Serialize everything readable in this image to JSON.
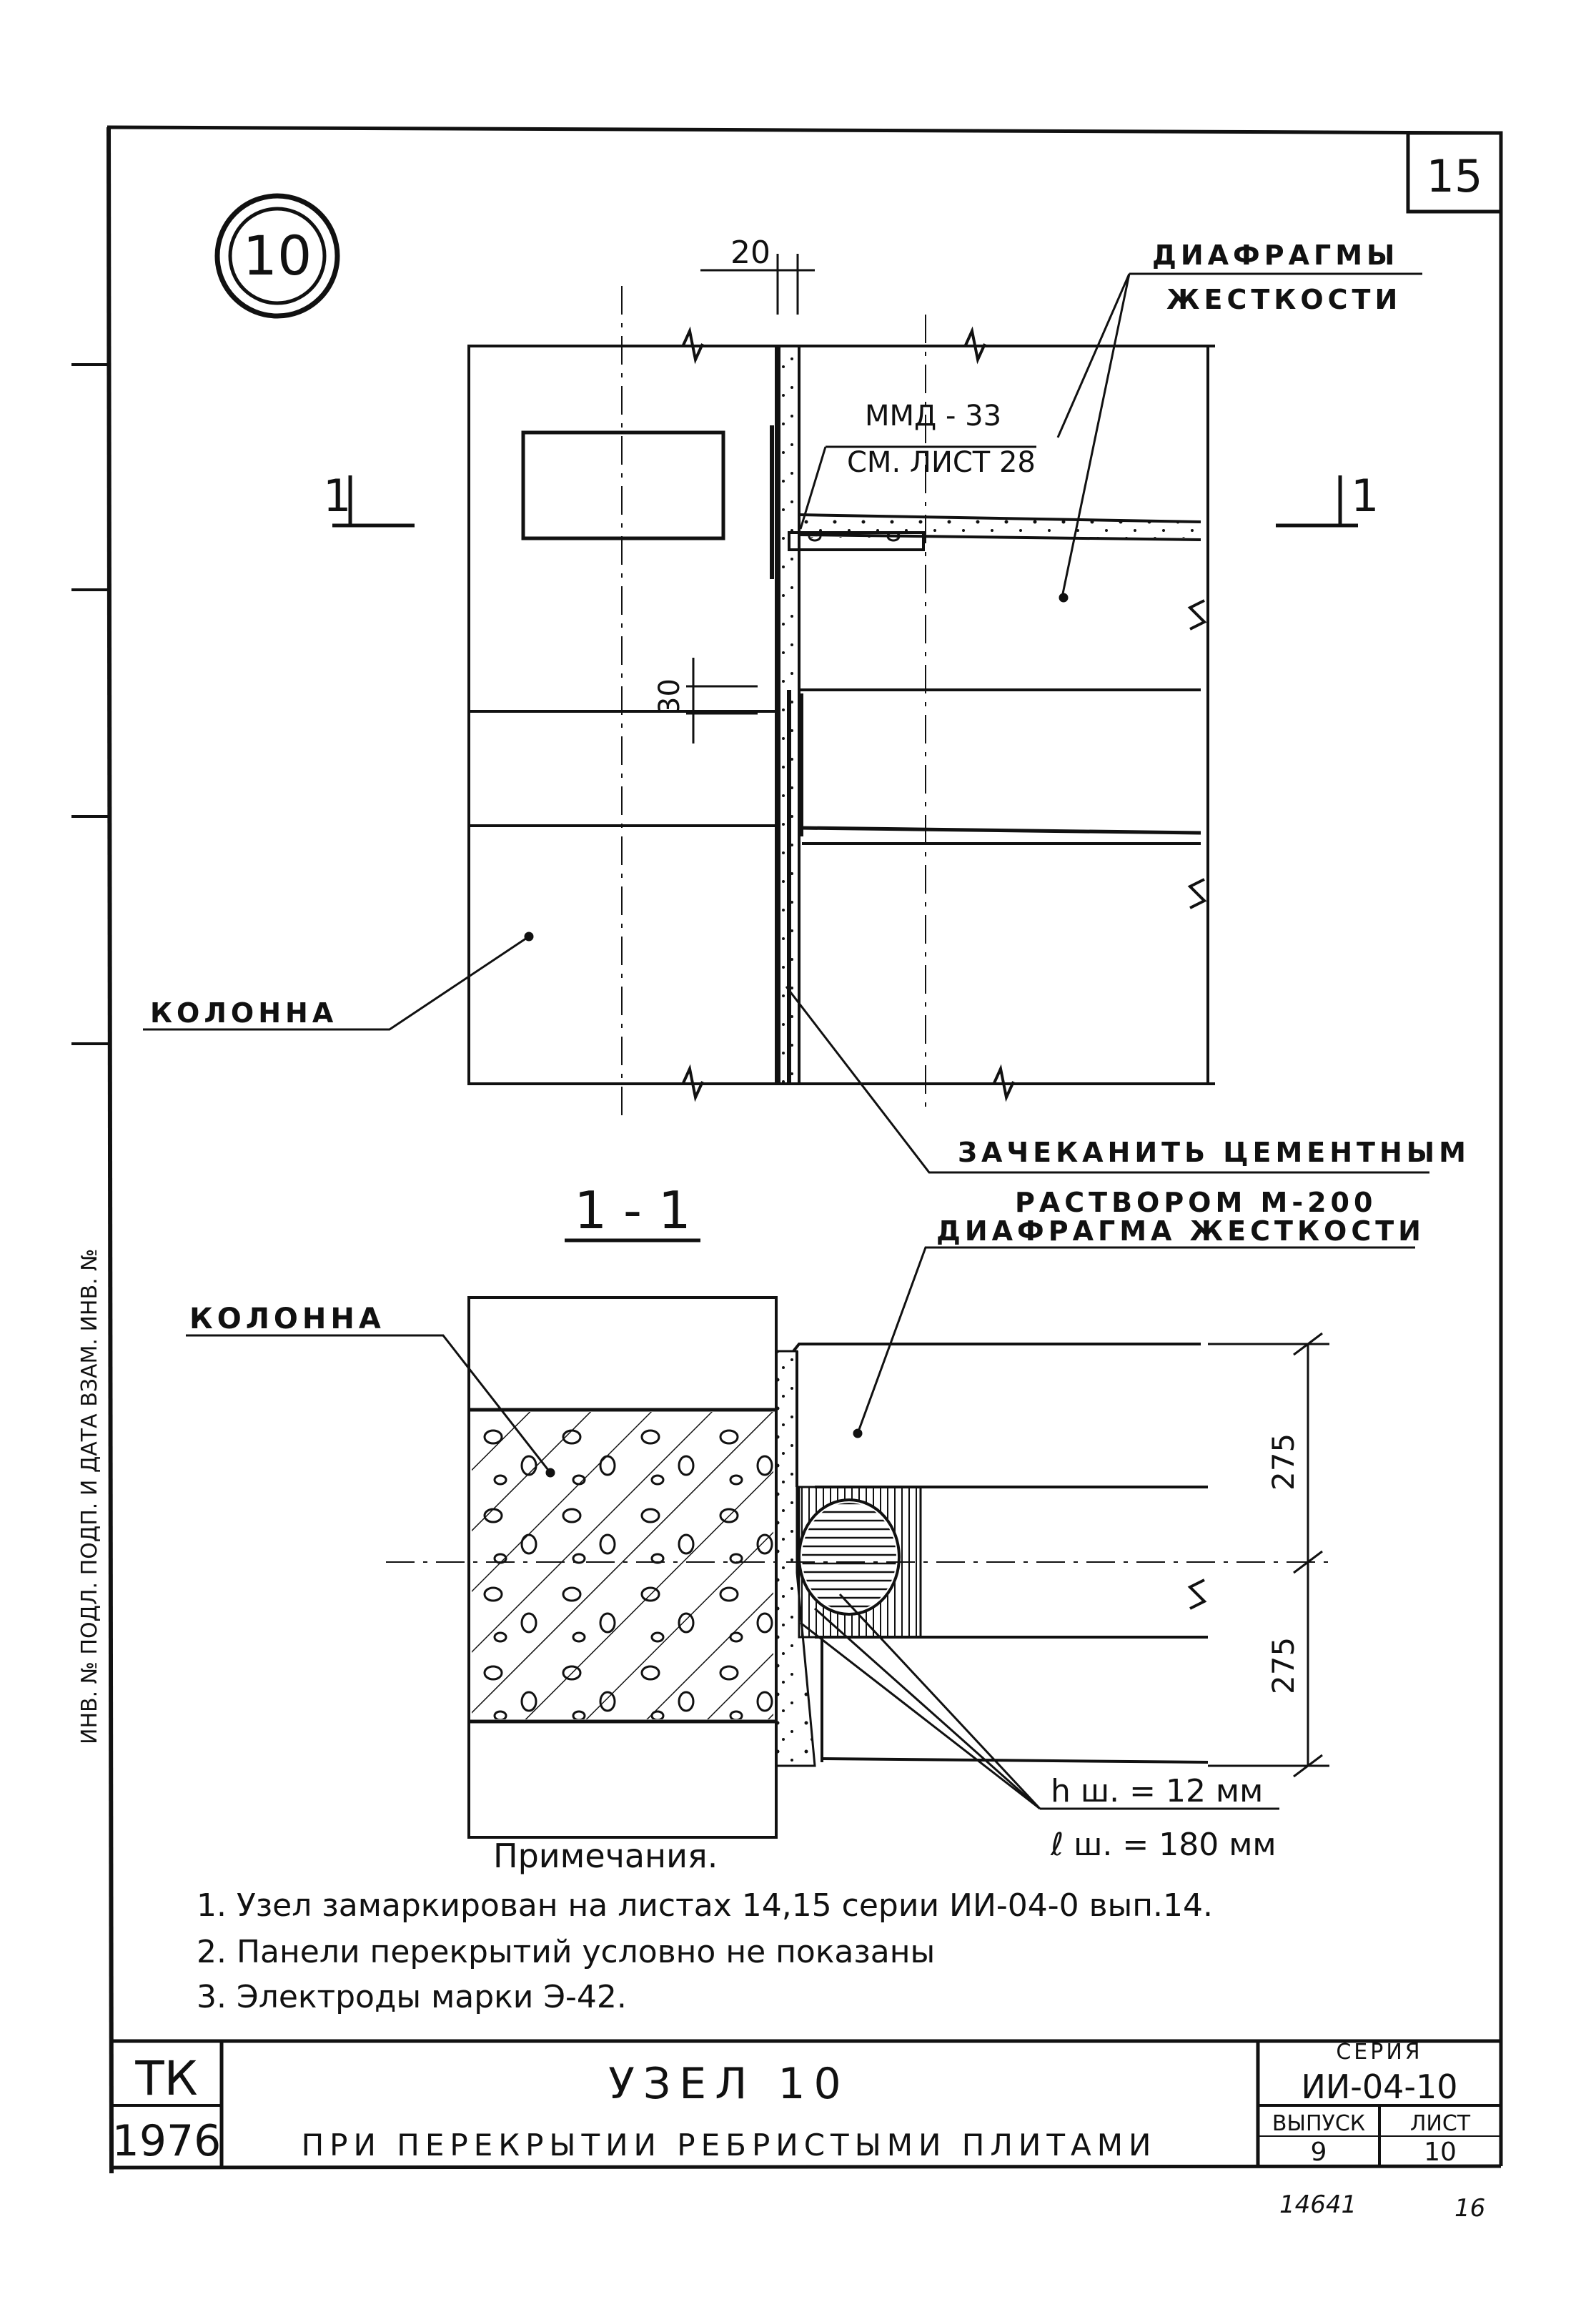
{
  "sheet": {
    "page_number": "15",
    "node_number": "10",
    "corner_number_left": "14641",
    "corner_number_right": "16"
  },
  "plan": {
    "dim_top": "20",
    "dim_gap": "30",
    "label_diaphragms_line1": "ДИАФРАГМЫ",
    "label_diaphragms_line2": "ЖЕСТКОСТИ",
    "label_mmd_line1": "ММД - 33",
    "label_mmd_line2": "СМ. ЛИСТ 28",
    "label_column": "КОЛОННА",
    "label_grout_line1": "ЗАЧЕКАНИТЬ ЦЕМЕНТНЫМ",
    "label_grout_line2": "РАСТВОРОМ   М-200",
    "section_mark": "1"
  },
  "section": {
    "title": "1 - 1",
    "label_column": "КОЛОННА",
    "label_diaphragm": "ДИАФРАГМА ЖЕСТКОСТИ",
    "dim_upper": "275",
    "dim_lower": "275",
    "weld_h": "h ш. = 12 мм",
    "weld_l": "ℓ ш. = 180 мм"
  },
  "notes": {
    "heading": "Примечания.",
    "items": [
      "1. Узел замаркирован на листах 14,15 серии ИИ-04-0 вып.14.",
      "2. Панели перекрытий условно не показаны",
      "3. Электроды марки Э-42."
    ]
  },
  "title_block": {
    "org": "ТК",
    "year": "1976",
    "title_main": "УЗЕЛ 10",
    "title_sub": "ПРИ ПЕРЕКРЫТИИ РЕБРИСТЫМИ ПЛИТАМИ",
    "series_label": "СЕРИЯ",
    "series_value": "ИИ-04-10",
    "issue_label": "ВЫПУСК",
    "issue_value": "9",
    "sheet_label": "ЛИСТ",
    "sheet_value": "10"
  },
  "margin_stamp": "ИНВ. № ПОДЛ.   ПОДП. И ДАТА   ВЗАМ. ИНВ. №"
}
